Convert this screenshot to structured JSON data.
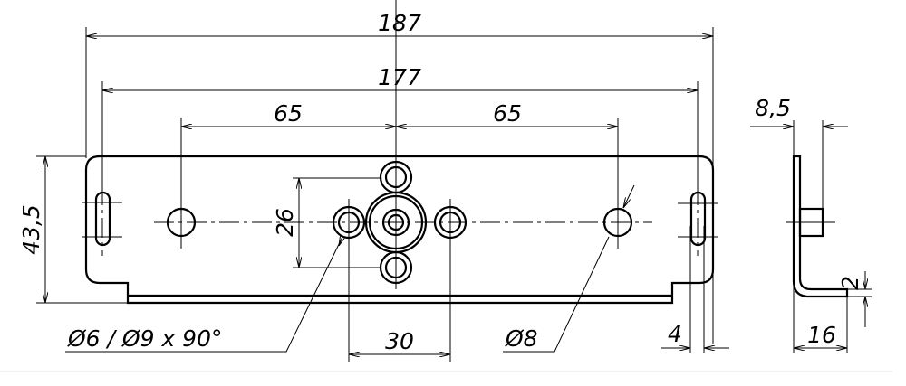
{
  "dimensions": {
    "overall_length": "187",
    "hole_span": "177",
    "left_offset": "65",
    "right_offset": "65",
    "height": "43,5",
    "vertical_pitch": "26",
    "horizontal_pitch": "30",
    "slot_width": "4",
    "countersink_callout": "Ø6 / Ø9 x 90°",
    "hole_diameter": "Ø8",
    "boss_depth": "8,5",
    "flange_length": "16",
    "thickness": "2"
  },
  "colors": {
    "line": "#000000",
    "separator": "#e6e6e6"
  }
}
